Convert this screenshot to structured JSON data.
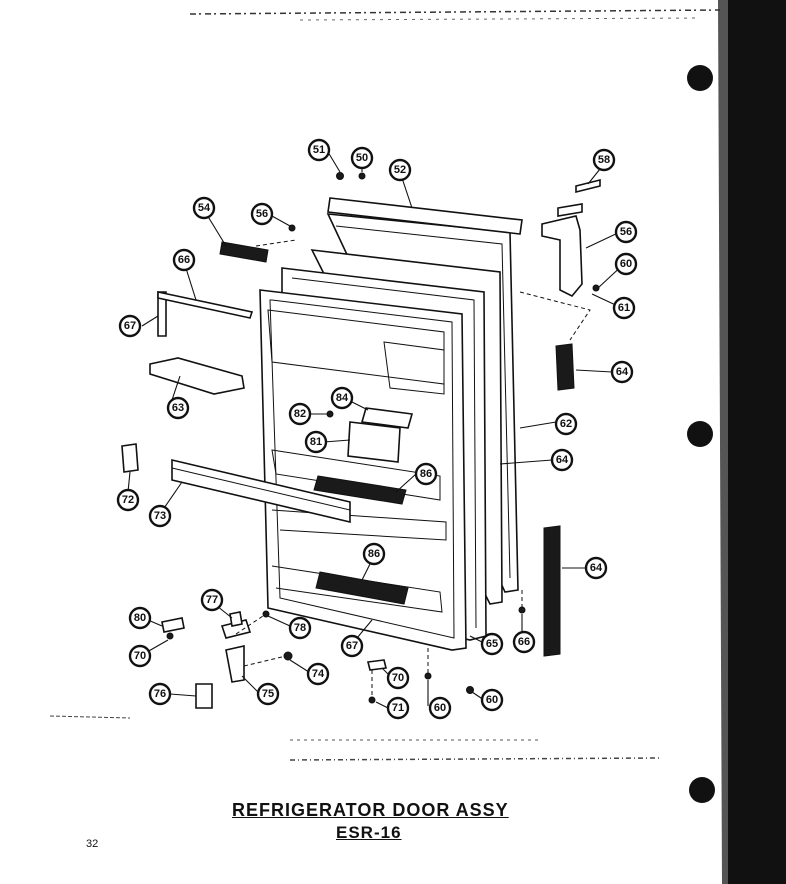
{
  "title": "REFRIGERATOR DOOR ASSY",
  "subtitle": "ESR-16",
  "page_number": "32",
  "callouts": [
    {
      "label": "51"
    },
    {
      "label": "50"
    },
    {
      "label": "52"
    },
    {
      "label": "56"
    },
    {
      "label": "58"
    },
    {
      "label": "54"
    },
    {
      "label": "56"
    },
    {
      "label": "60"
    },
    {
      "label": "66"
    },
    {
      "label": "61"
    },
    {
      "label": "67"
    },
    {
      "label": "64"
    },
    {
      "label": "63"
    },
    {
      "label": "84"
    },
    {
      "label": "62"
    },
    {
      "label": "82"
    },
    {
      "label": "62"
    },
    {
      "label": "81"
    },
    {
      "label": "64"
    },
    {
      "label": "86"
    },
    {
      "label": "72"
    },
    {
      "label": "73"
    },
    {
      "label": "86"
    },
    {
      "label": "64"
    },
    {
      "label": "77"
    },
    {
      "label": "80"
    },
    {
      "label": "78"
    },
    {
      "label": "67"
    },
    {
      "label": "65"
    },
    {
      "label": "66"
    },
    {
      "label": "70"
    },
    {
      "label": "74"
    },
    {
      "label": "70"
    },
    {
      "label": "76"
    },
    {
      "label": "75"
    },
    {
      "label": "71"
    },
    {
      "label": "60"
    },
    {
      "label": "60"
    }
  ]
}
